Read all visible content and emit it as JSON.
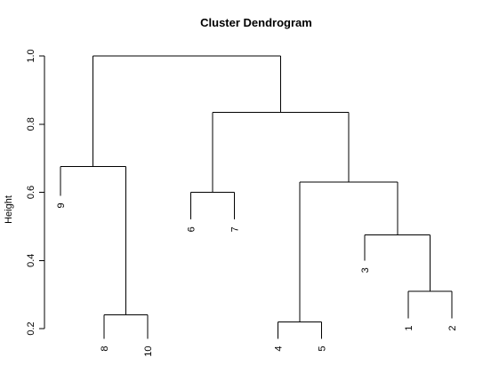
{
  "chart_data": {
    "type": "dendrogram",
    "title": "Cluster Dendrogram",
    "ylabel": "Height",
    "ylim": [
      0.2,
      1.0
    ],
    "y_ticks": [
      0.2,
      0.4,
      0.6,
      0.8,
      1.0
    ],
    "y_tick_labels": [
      "0.2",
      "0.4",
      "0.6",
      "0.8",
      "1.0"
    ],
    "leaf_order": [
      "9",
      "8",
      "10",
      "6",
      "7",
      "4",
      "5",
      "3",
      "1",
      "2"
    ],
    "leaf_heights": [
      0.59,
      0.17,
      0.17,
      0.52,
      0.52,
      0.17,
      0.17,
      0.4,
      0.23,
      0.23
    ],
    "merges": [
      {
        "id": "m12",
        "left": "1",
        "right": "2",
        "height": 0.31
      },
      {
        "id": "m45",
        "left": "4",
        "right": "5",
        "height": 0.22
      },
      {
        "id": "m810",
        "left": "8",
        "right": "10",
        "height": 0.24
      },
      {
        "id": "m3_12",
        "left": "3",
        "right": "m12",
        "height": 0.475
      },
      {
        "id": "m67",
        "left": "6",
        "right": "7",
        "height": 0.6
      },
      {
        "id": "m45_3_12",
        "left": "m45",
        "right": "m3_12",
        "height": 0.63
      },
      {
        "id": "m9_810",
        "left": "9",
        "right": "m810",
        "height": 0.675
      },
      {
        "id": "m67_rest",
        "left": "m67",
        "right": "m45_3_12",
        "height": 0.835
      },
      {
        "id": "root",
        "left": "m9_810",
        "right": "m67_rest",
        "height": 1.0
      }
    ]
  }
}
